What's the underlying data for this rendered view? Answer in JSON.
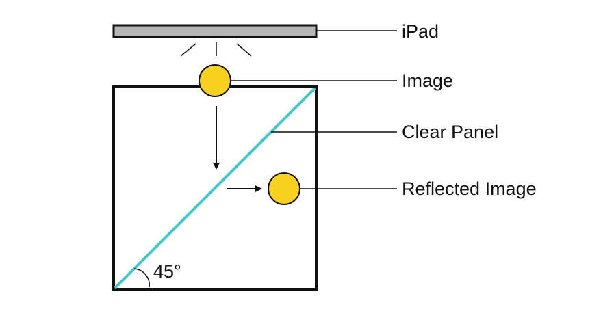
{
  "labels": {
    "ipad": "iPad",
    "image": "Image",
    "clear_panel": "Clear Panel",
    "reflected_image": "Reflected Image"
  },
  "angle": "45°",
  "colors": {
    "ipad_fill": "#b5b5b5",
    "outline": "#111111",
    "panel_line": "#3fc7c9",
    "image_fill": "#f7d11e"
  }
}
